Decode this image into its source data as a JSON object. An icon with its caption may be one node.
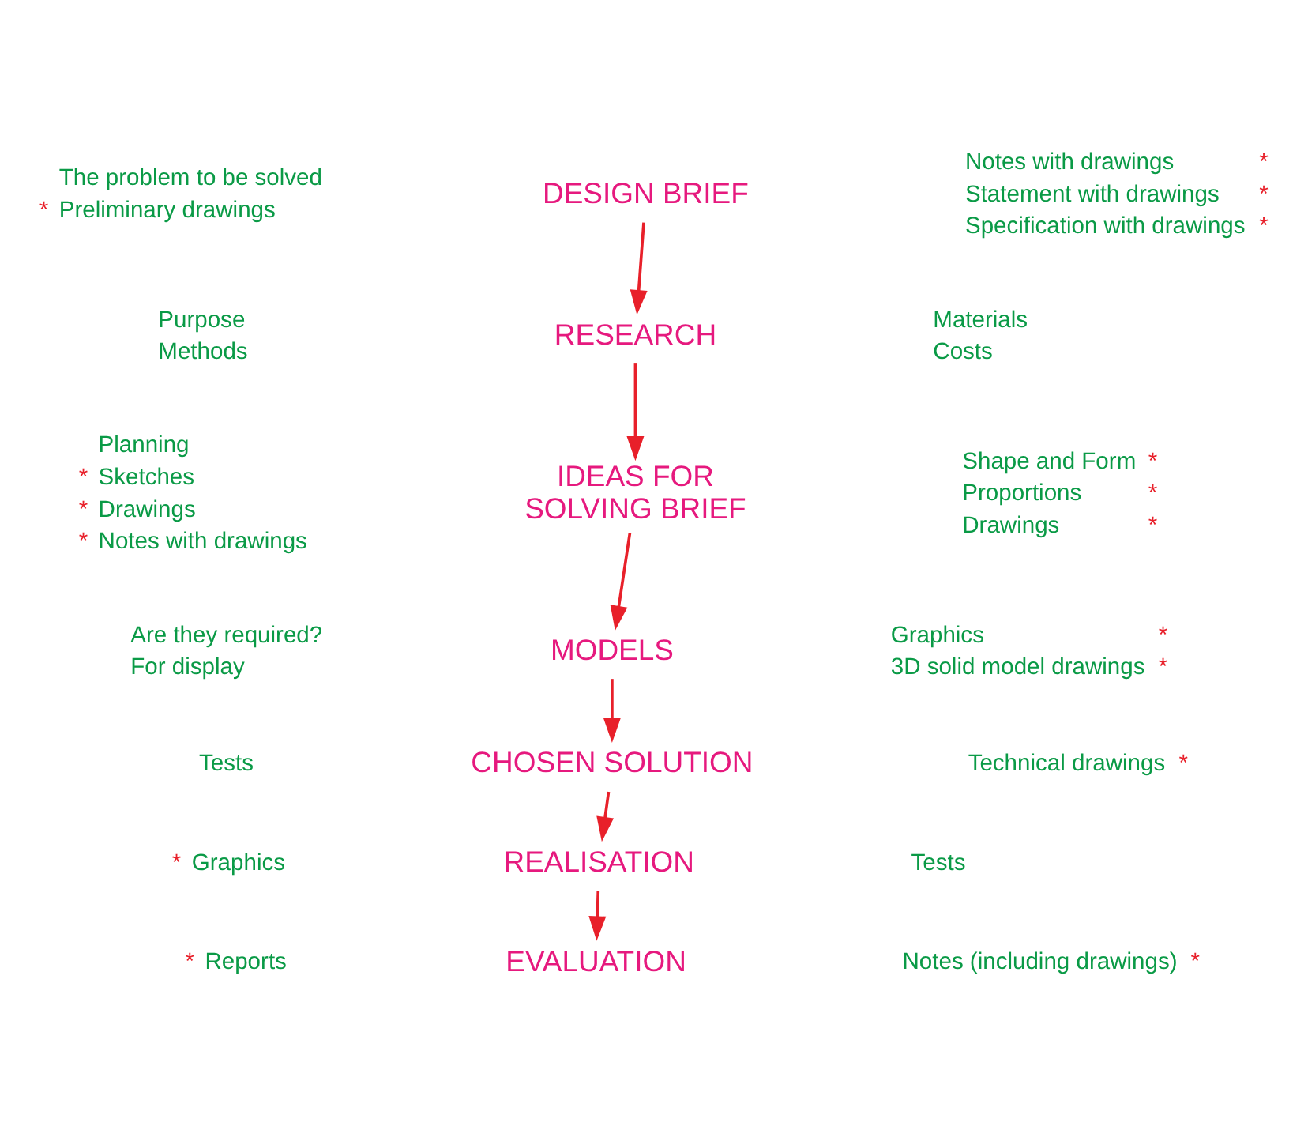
{
  "diagram": {
    "nodes": [
      {
        "text": [
          "DESIGN BRIEF"
        ]
      },
      {
        "text": [
          "RESEARCH"
        ]
      },
      {
        "text": [
          "IDEAS FOR SOLVING BRIEF"
        ]
      },
      {
        "text": [
          "MODELS"
        ]
      },
      {
        "text": [
          "CHOSEN SOLUTION"
        ]
      },
      {
        "text": [
          "REALISATION"
        ]
      },
      {
        "text": [
          "EVALUATION"
        ]
      }
    ],
    "edges": [
      {
        "from": 0,
        "to": 1,
        "arrow": "to"
      },
      {
        "from": 1,
        "to": 2,
        "arrow": "to"
      },
      {
        "from": 2,
        "to": 3,
        "arrow": "to"
      },
      {
        "from": 3,
        "to": 4,
        "arrow": "to"
      },
      {
        "from": 4,
        "to": 5,
        "arrow": "to"
      },
      {
        "from": 5,
        "to": 6,
        "arrow": "to"
      }
    ],
    "labels": [
      "The problem to be solved",
      "*",
      "Preliminary drawings",
      "Notes with drawings",
      "*",
      "Statement with drawings",
      "*",
      "Specification with drawings",
      "*",
      "Purpose",
      "Methods",
      "Materials",
      "Costs",
      "Planning",
      "*",
      "Sketches",
      "*",
      "Drawings",
      "*",
      "Notes with drawings",
      "Shape and Form",
      "*",
      "Proportions",
      "*",
      "Drawings",
      "*",
      "Are they required?",
      "For display",
      "Graphics",
      "*",
      "3D solid model drawings",
      "*",
      "Tests",
      "Technical drawings",
      "*",
      "*",
      "Graphics",
      "Tests",
      "*",
      "Reports",
      "Notes (including drawings)",
      "*"
    ]
  }
}
